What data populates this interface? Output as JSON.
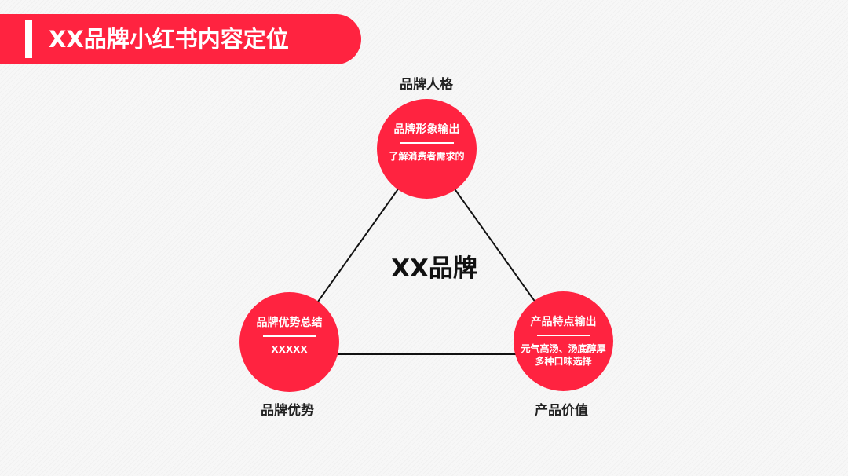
{
  "title": "XX品牌小红书内容定位",
  "center": "XX品牌",
  "nodes": {
    "top": {
      "label": "品牌人格",
      "heading": "品牌形象输出",
      "lines": [
        "了解消费者需求的"
      ]
    },
    "left": {
      "label": "品牌优势",
      "heading": "品牌优势总结",
      "lines": [
        "XXXXX"
      ]
    },
    "right": {
      "label": "产品价值",
      "heading": "产品特点输出",
      "lines": [
        "元气高汤、汤底醇厚",
        "多种口味选择"
      ]
    }
  },
  "colors": {
    "accent": "#ff2340"
  }
}
